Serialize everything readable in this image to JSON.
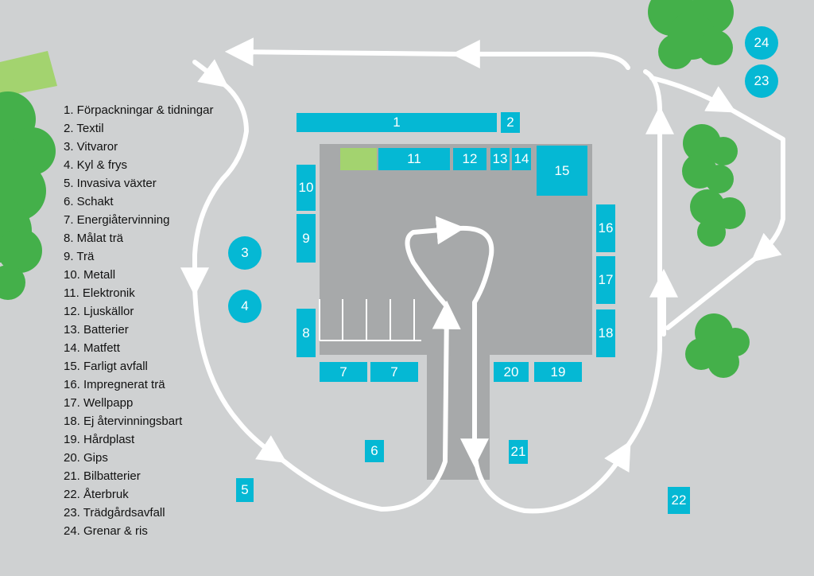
{
  "colors": {
    "background": "#cfd1d2",
    "building": "#a7a9aa",
    "station": "#05b8d4",
    "station_text": "#ffffff",
    "road": "#ffffff",
    "tree": "#44b04a",
    "grass": "#a3d36f"
  },
  "legend": [
    "1. Förpackningar & tidningar",
    "2. Textil",
    "3. Vitvaror",
    "4. Kyl & frys",
    "5. Invasiva växter",
    "6. Schakt",
    "7. Energiåtervinning",
    "8. Målat trä",
    "9. Trä",
    "10. Metall",
    "11. Elektronik",
    "12. Ljuskällor",
    "13. Batterier",
    "14. Matfett",
    "15. Farligt avfall",
    "16. Impregnerat trä",
    "17. Wellpapp",
    "18. Ej återvinningsbart",
    "19. Hårdplast",
    "20. Gips",
    "21. Bilbatterier",
    "22. Återbruk",
    "23. Trädgårdsavfall",
    "24. Grenar & ris"
  ],
  "stations": {
    "s1": "1",
    "s2": "2",
    "s3": "3",
    "s4": "4",
    "s5": "5",
    "s6": "6",
    "s7a": "7",
    "s7b": "7",
    "s8": "8",
    "s9": "9",
    "s10": "10",
    "s11": "11",
    "s12": "12",
    "s13": "13",
    "s14": "14",
    "s15": "15",
    "s16": "16",
    "s17": "17",
    "s18": "18",
    "s19": "19",
    "s20": "20",
    "s21": "21",
    "s22": "22",
    "s23": "23",
    "s24": "24"
  }
}
